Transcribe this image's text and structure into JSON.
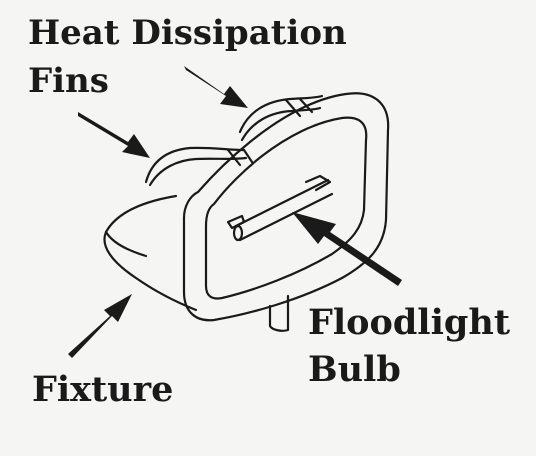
{
  "labels": {
    "heat_dissipation_line1": "Heat Dissipation",
    "heat_dissipation_line2": "Fins",
    "floodlight_line1": "Floodlight",
    "floodlight_line2": "Bulb",
    "fixture": "Fixture"
  },
  "colors": {
    "background": "#f5f5f3",
    "ink": "#1a1a1a"
  }
}
